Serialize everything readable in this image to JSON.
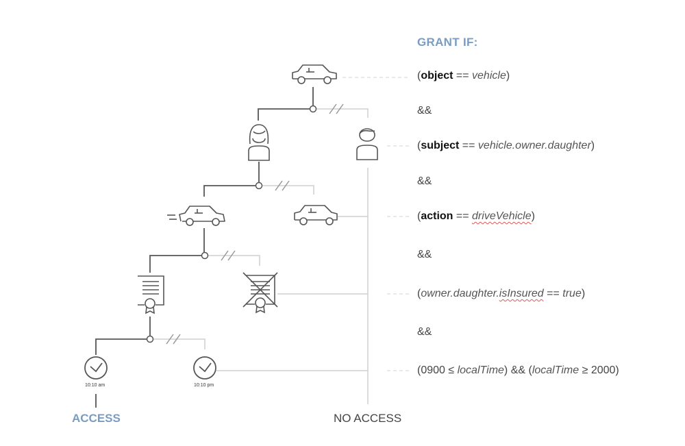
{
  "header": {
    "title": "GRANT IF:"
  },
  "rules": {
    "r1": {
      "open": "(",
      "keyword": "object",
      "op": " == ",
      "value": "vehicle",
      "close": ")"
    },
    "r2": {
      "open": "(",
      "keyword": "subject",
      "op": " == ",
      "value": "vehicle.owner.daughter",
      "close": ")"
    },
    "r3": {
      "open": "(",
      "keyword": "action",
      "op": " == ",
      "value": "driveVehicle",
      "close": ")"
    },
    "r4": {
      "open": "(",
      "value_pre": "owner.daughter.",
      "value_flag": "isInsured",
      "op": " == ",
      "value": "true",
      "close": ")"
    },
    "r5": {
      "open": "(0900 ≤ ",
      "value1": "localTime",
      "mid": ") && (",
      "value2": "localTime",
      "close": " ≥ 2000)"
    }
  },
  "and_label": "&&",
  "outcomes": {
    "access": "ACCESS",
    "no_access": "NO ACCESS"
  },
  "clocks": {
    "am": "10:10 am",
    "pm": "10:10 pm"
  },
  "colors": {
    "accent": "#7a9cc0",
    "line": "#555555",
    "light_line": "#cccccc",
    "squiggle": "#e05555"
  },
  "icons": [
    "car-icon",
    "daughter-icon",
    "person-icon",
    "driving-car-icon",
    "car-icon",
    "insurance-certificate-icon",
    "crossed-certificate-icon",
    "clock-icon"
  ]
}
